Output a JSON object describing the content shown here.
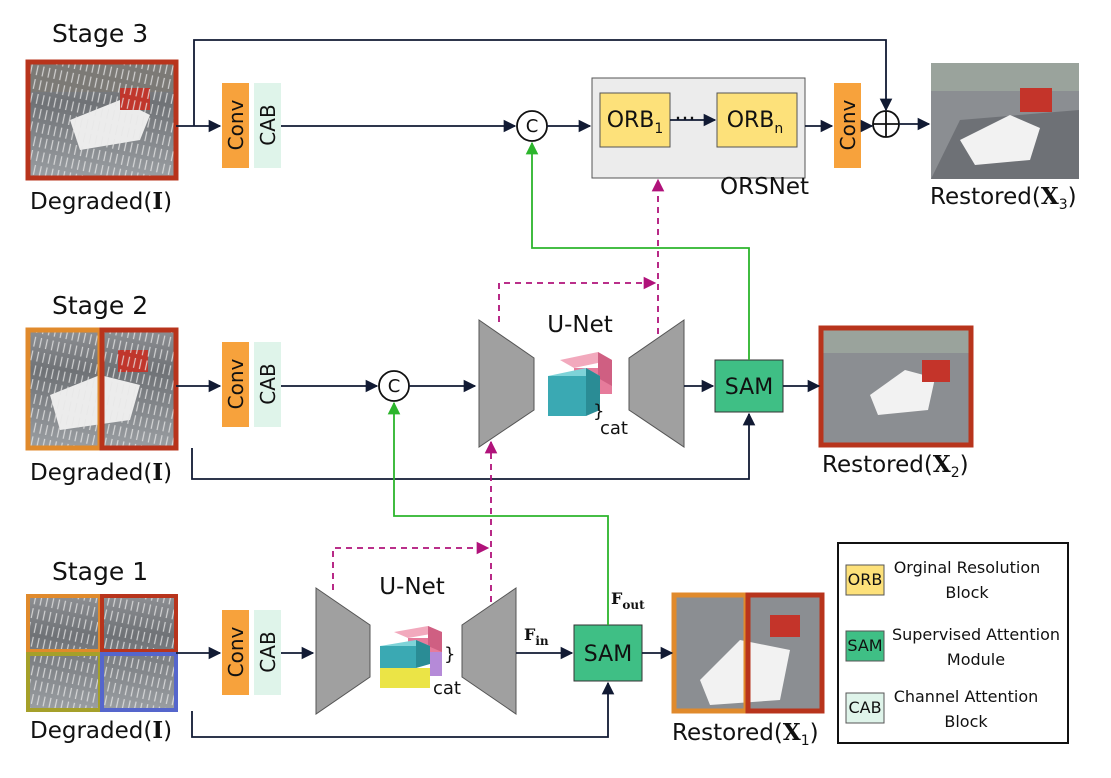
{
  "stages": {
    "stage3": "Stage 3",
    "stage2": "Stage 2",
    "stage1": "Stage 1"
  },
  "degraded_label": "Degraded(",
  "degraded_var": "I",
  "restored_label": "Restored(",
  "restored_vars": {
    "x3": "X",
    "x3_sub": "3",
    "x2": "X",
    "x2_sub": "2",
    "x1": "X",
    "x1_sub": "1"
  },
  "close_paren": ")",
  "blocks": {
    "conv": "Conv",
    "cab": "CAB",
    "concat": "C",
    "orb": "ORB",
    "orb_sub1": "1",
    "orb_subn": "n",
    "ellipsis": "···",
    "orsnet": "ORSNet",
    "unet": "U-Net",
    "sam": "SAM",
    "cat": "cat",
    "f_in": "F",
    "f_in_sub": "in",
    "f_out": "F",
    "f_out_sub": "out"
  },
  "legend": {
    "orb_abbr": "ORB",
    "orb_line1": "Orginal Resolution",
    "orb_line2": "Block",
    "sam_abbr": "SAM",
    "sam_line1": "Supervised Attention",
    "sam_line2": "Module",
    "cab_abbr": "CAB",
    "cab_line1": "Channel Attention",
    "cab_line2": "Block"
  },
  "colors": {
    "conv": "#f7a23c",
    "cab": "#dff4ea",
    "orb": "#fde17a",
    "sam": "#3fbf85",
    "orsnet_bg": "#ececec",
    "unet": "#a0a0a0",
    "arrow": "#111a33",
    "green": "#2cb52c",
    "magenta": "#b0127a",
    "frame_red": "#b8341c",
    "frame_orange": "#e08a2c",
    "frame_olive": "#a5a02a",
    "frame_blue": "#5566cc"
  }
}
